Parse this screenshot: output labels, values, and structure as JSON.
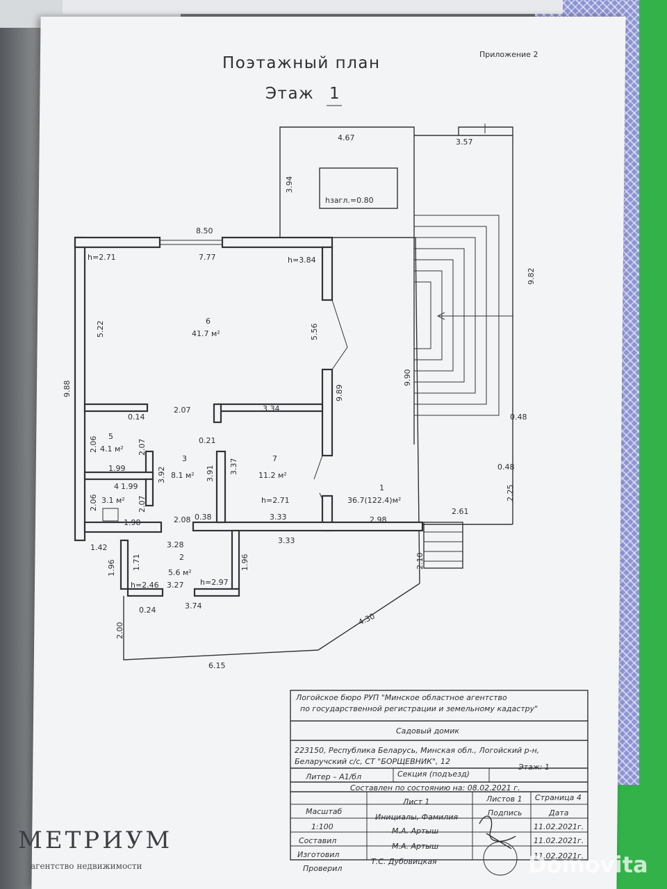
{
  "header": {
    "appendix": "Приложение  2",
    "title": "Поэтажный план",
    "floor_label": "Этаж",
    "floor_number": "1"
  },
  "plan": {
    "dims": {
      "top_porch": "4.67",
      "top_right": "3.57",
      "porch_left": "3.94",
      "basement_h": "hзагл.=0.80",
      "top_wall": "8.50",
      "inner_top": "7.77",
      "h_room6_left": "h=2.71",
      "h_room6_right": "h=3.84",
      "right_stairs": "9.82",
      "room6_left": "5.22",
      "room6_partition": "5.56",
      "left_total": "9.88",
      "mid_wall": "9.89",
      "right_wall": "9.90",
      "room3_top": "2.07",
      "room7_top": "3.34",
      "d_014": "0.14",
      "d_021": "0.21",
      "d_048a": "0.48",
      "d_048b": "0.48",
      "room5_h": "2.06",
      "room5_v": "2.07",
      "room5_bottom": "1.99",
      "room3_v": "3.92",
      "room3_v2": "3.91",
      "room7_v": "3.37",
      "room4_top": "1.99",
      "room4_h": "2.06",
      "room4_v": "2.07",
      "room4_bottom": "1.98",
      "room3_bottom": "2.08",
      "d_038": "0.38",
      "room7_bottom": "3.33",
      "h_room7": "h=2.71",
      "room1_bottom": "2.98",
      "d_261": "2.61",
      "d_225": "2.25",
      "d_142": "1.42",
      "d_328": "3.28",
      "d_333": "3.33",
      "d_171": "1.71",
      "d_196a": "1.96",
      "d_196b": "1.96",
      "d_210": "2.10",
      "h_room2_left": "h=2.46",
      "room2_bottom": "3.27",
      "h_room2_right": "h=2.97",
      "d_024": "0.24",
      "d_374": "3.74",
      "d_200": "2.00",
      "d_430": "4.30",
      "d_615": "6.15"
    },
    "rooms": [
      {
        "num": "6",
        "area": "41.7 м²"
      },
      {
        "num": "5",
        "area": "4.1 м²"
      },
      {
        "num": "3",
        "area": "8.1 м²"
      },
      {
        "num": "7",
        "area": "11.2 м²"
      },
      {
        "num": "4",
        "area": "3.1 м²"
      },
      {
        "num": "1",
        "area": "36.7(122.4)м²"
      },
      {
        "num": "2",
        "area": "5.6 м²"
      }
    ]
  },
  "stamp": {
    "org_line1": "Логойское бюро РУП \"Минское областное агентство",
    "org_line2": "по государственной регистрации и земельному кадастру\"",
    "object": "Садовый домик",
    "addr_line1": "223150, Республика Беларусь, Минская обл., Логойский р-н,",
    "addr_line2": "Беларучский с/с, СТ \"БОРЩЕВНИК\", 12",
    "liter": "Литер – А1/бл",
    "section": "Секция (подъезд)",
    "floor": "Этаж: 1",
    "compiled": "Составлен по состоянию на: 08.02.2021 г.",
    "sheet_label": "Лист 1",
    "sheets_label": "Листов 1",
    "page_label": "Страница 4",
    "h_scale": "Масштаб",
    "h_initials": "Инициалы, Фамилия",
    "h_sign": "Подпись",
    "h_date": "Дата",
    "scale": "1:100",
    "r1_role": "Составил",
    "r1_name": "М.А. Артыш",
    "r1_date": "11.02.2021г.",
    "r2_role": "Изготовил",
    "r2_name": "М.А. Артыш",
    "r2_date": "11.02.2021г.",
    "r3_role": "Проверил",
    "r3_name": "Т.С. Дубовицкая",
    "r3_date": "11.02.2021г."
  },
  "branding": {
    "logo": "МЕТРИУМ",
    "logo_sub": "агентство недвижимости",
    "watermark": "Domovita"
  }
}
